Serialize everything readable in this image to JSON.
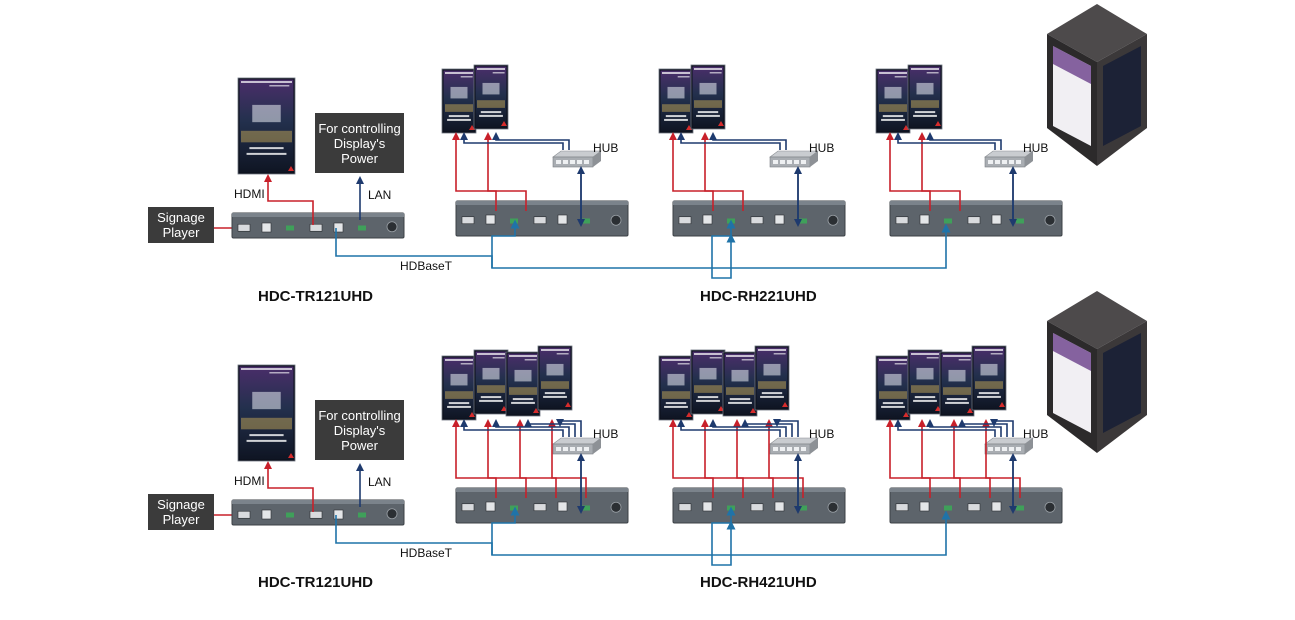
{
  "colors": {
    "hdmi": "#c8202a",
    "lan": "#1e3a6e",
    "hdbaset": "#1f73a8",
    "box": "#3b3b3b",
    "device": "#5f666d"
  },
  "diagrams": [
    {
      "transmitter_model": "HDC-TR121UHD",
      "receiver_model": "HDC-RH221UHD",
      "source_label": [
        "Signage",
        "Player"
      ],
      "control_label": [
        "For controlling",
        "Display's",
        "Power"
      ],
      "hdmi_label": "HDMI",
      "lan_label": "LAN",
      "hdbaset_label": "HDBaseT",
      "hub_label": "HUB",
      "displays_per_receiver": 2
    },
    {
      "transmitter_model": "HDC-TR121UHD",
      "receiver_model": "HDC-RH421UHD",
      "source_label": [
        "Signage",
        "Player"
      ],
      "control_label": [
        "For controlling",
        "Display's",
        "Power"
      ],
      "hdmi_label": "HDMI",
      "lan_label": "LAN",
      "hdbaset_label": "HDBaseT",
      "hub_label": "HUB",
      "displays_per_receiver": 4
    }
  ]
}
